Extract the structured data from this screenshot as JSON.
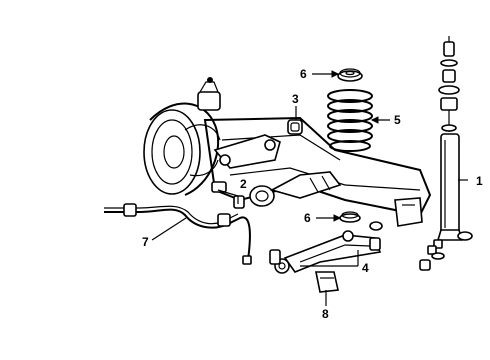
{
  "callouts": {
    "c1": "1",
    "c2": "2",
    "c3": "3",
    "c4": "4",
    "c5": "5",
    "c6_top": "6",
    "c6_bottom": "6",
    "c7": "7",
    "c8": "8"
  },
  "colors": {
    "ink": "#000000",
    "paper": "#ffffff"
  }
}
